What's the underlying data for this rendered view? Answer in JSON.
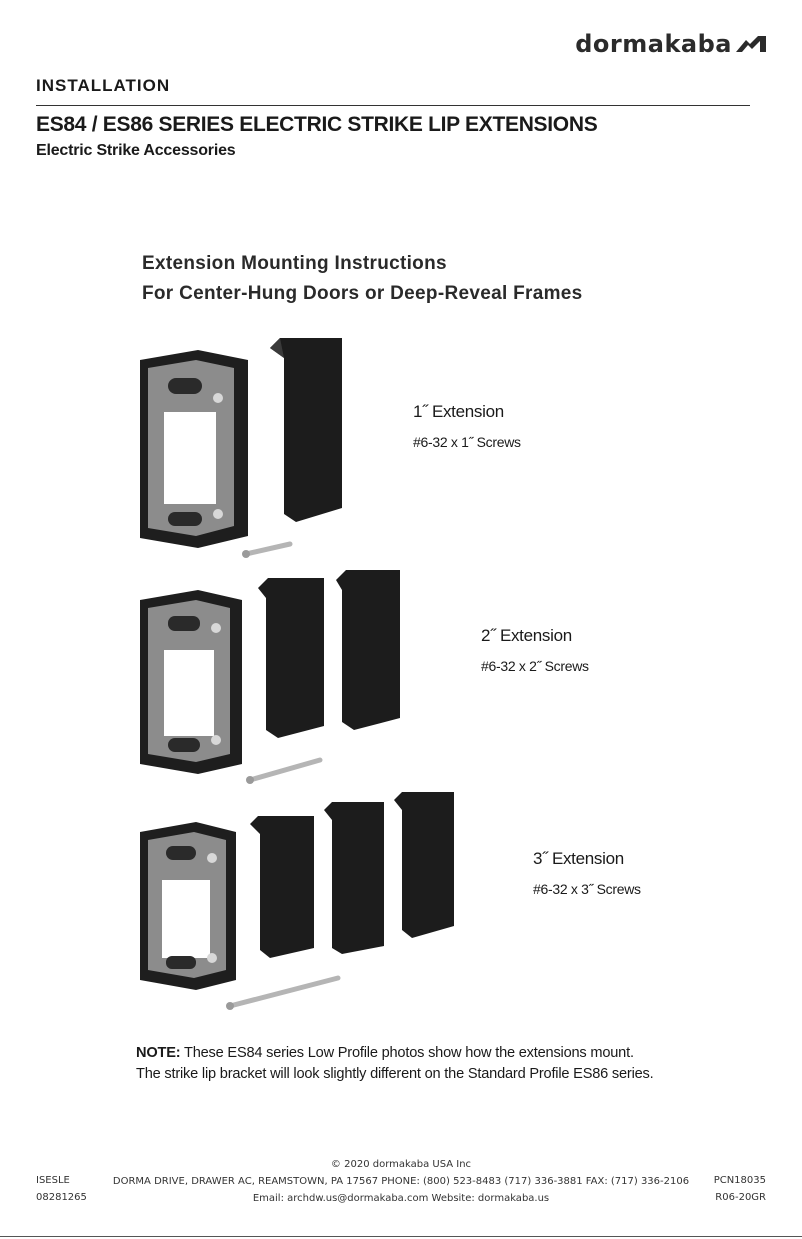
{
  "header": {
    "brand": "dormakaba",
    "section": "INSTALLATION",
    "title": "ES84 / ES86 SERIES ELECTRIC STRIKE LIP EXTENSIONS",
    "subtitle": "Electric Strike Accessories"
  },
  "instructions": {
    "heading_line1": "Extension Mounting Instructions",
    "heading_line2": "For Center-Hung Doors or Deep-Reveal Frames"
  },
  "extensions": [
    {
      "label": "1˝ Extension",
      "screws": "#6-32 x 1˝ Screws",
      "pieces": 1
    },
    {
      "label": "2˝ Extension",
      "screws": "#6-32 x 2˝ Screws",
      "pieces": 2
    },
    {
      "label": "3˝ Extension",
      "screws": "#6-32 x 3˝ Screws",
      "pieces": 3
    }
  ],
  "note": {
    "prefix": "NOTE:",
    "line1": " These ES84 series Low Profile photos show how the extensions mount.",
    "line2": "The strike lip bracket will look slightly different on the Standard Profile ES86 series."
  },
  "footer": {
    "copyright": "© 2020 dormakaba USA Inc",
    "address": "DORMA DRIVE, DRAWER AC, REAMSTOWN, PA 17567 PHONE: (800) 523-8483 (717) 336-3881 FAX: (717) 336-2106",
    "contact": "Email: archdw.us@dormakaba.com Website: dormakaba.us",
    "left_code1": "ISESLE",
    "left_code2": "08281265",
    "right_code1": "PCN18035",
    "right_code2": "R06-20GR"
  },
  "colors": {
    "text": "#1a1a1a",
    "part_black": "#1c1c1c",
    "part_gray": "#8a8a8a"
  }
}
